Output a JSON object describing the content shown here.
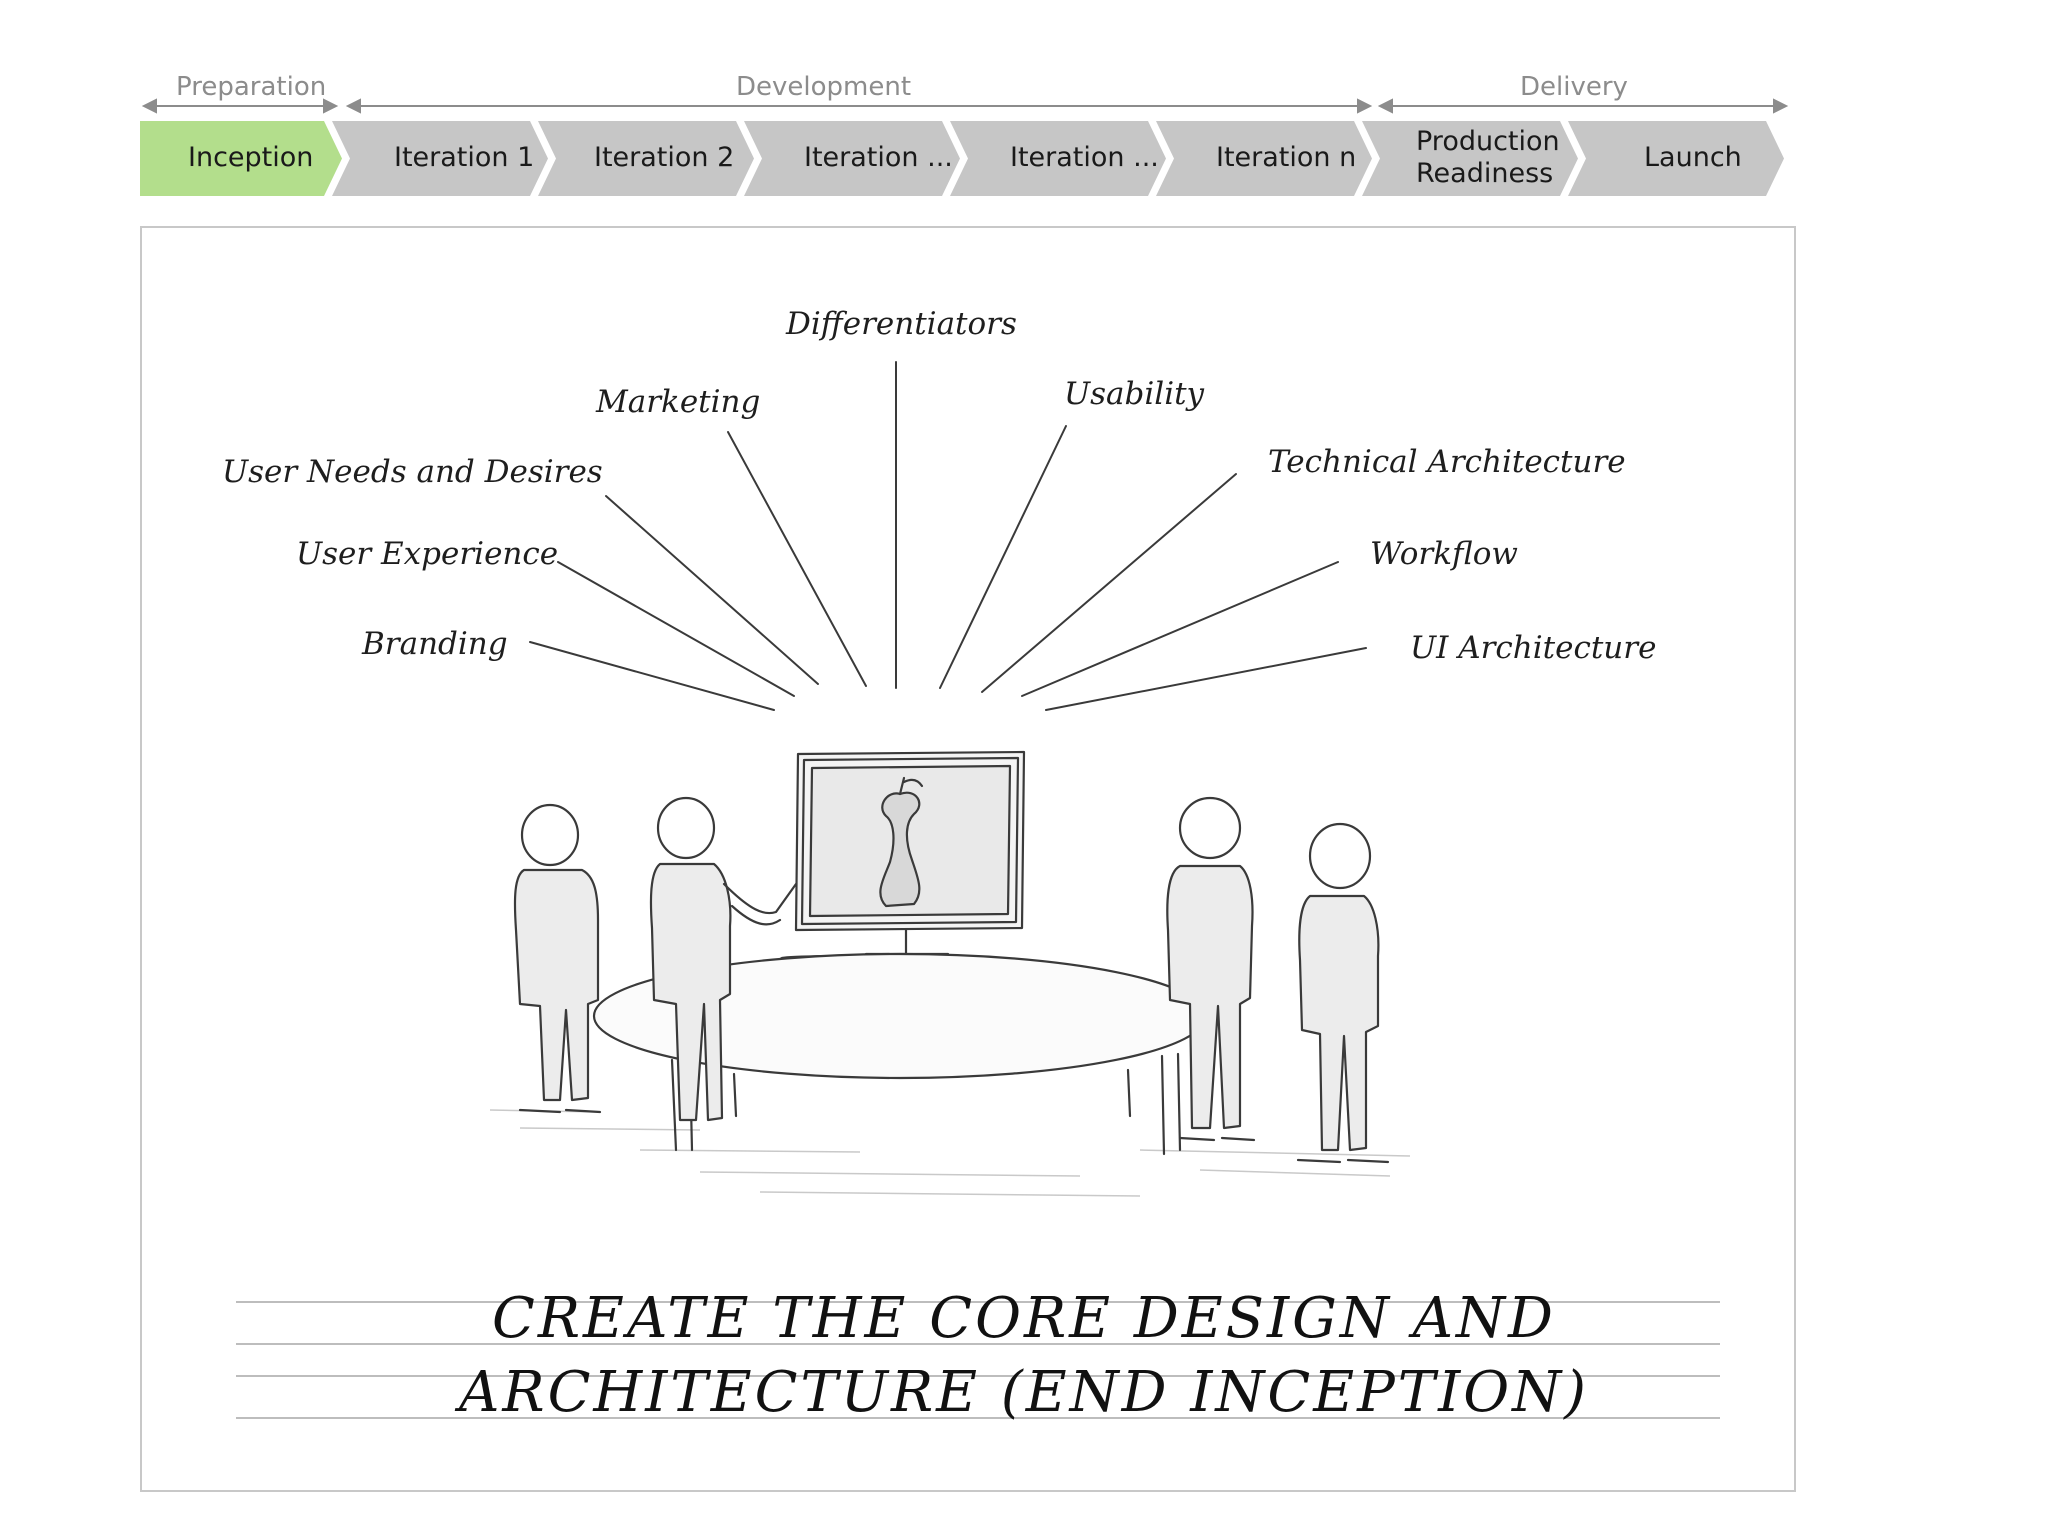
{
  "phases": [
    {
      "label": "Preparation"
    },
    {
      "label": "Development"
    },
    {
      "label": "Delivery"
    }
  ],
  "steps": [
    {
      "label": "Inception",
      "active": true
    },
    {
      "label": "Iteration 1"
    },
    {
      "label": "Iteration 2"
    },
    {
      "label": "Iteration ..."
    },
    {
      "label": "Iteration ..."
    },
    {
      "label": "Iteration n"
    },
    {
      "label_line1": "Production",
      "label_line2": "Readiness"
    },
    {
      "label": "Launch"
    }
  ],
  "colors": {
    "active_step": "#b3de8c",
    "inactive_step": "#c6c6c6",
    "phase_text": "#8c8c8c",
    "sketch": "#3a3a3a"
  },
  "topics": {
    "differentiators": "Differentiators",
    "marketing": "Marketing",
    "usability": "Usability",
    "user_needs": "User Needs and Desires",
    "technical_architecture": "Technical Architecture",
    "user_experience": "User Experience",
    "workflow": "Workflow",
    "branding": "Branding",
    "ui_architecture": "UI Architecture"
  },
  "title": {
    "line1": "CREATE THE CORE DESIGN AND",
    "line2": "ARCHITECTURE (END INCEPTION)"
  }
}
